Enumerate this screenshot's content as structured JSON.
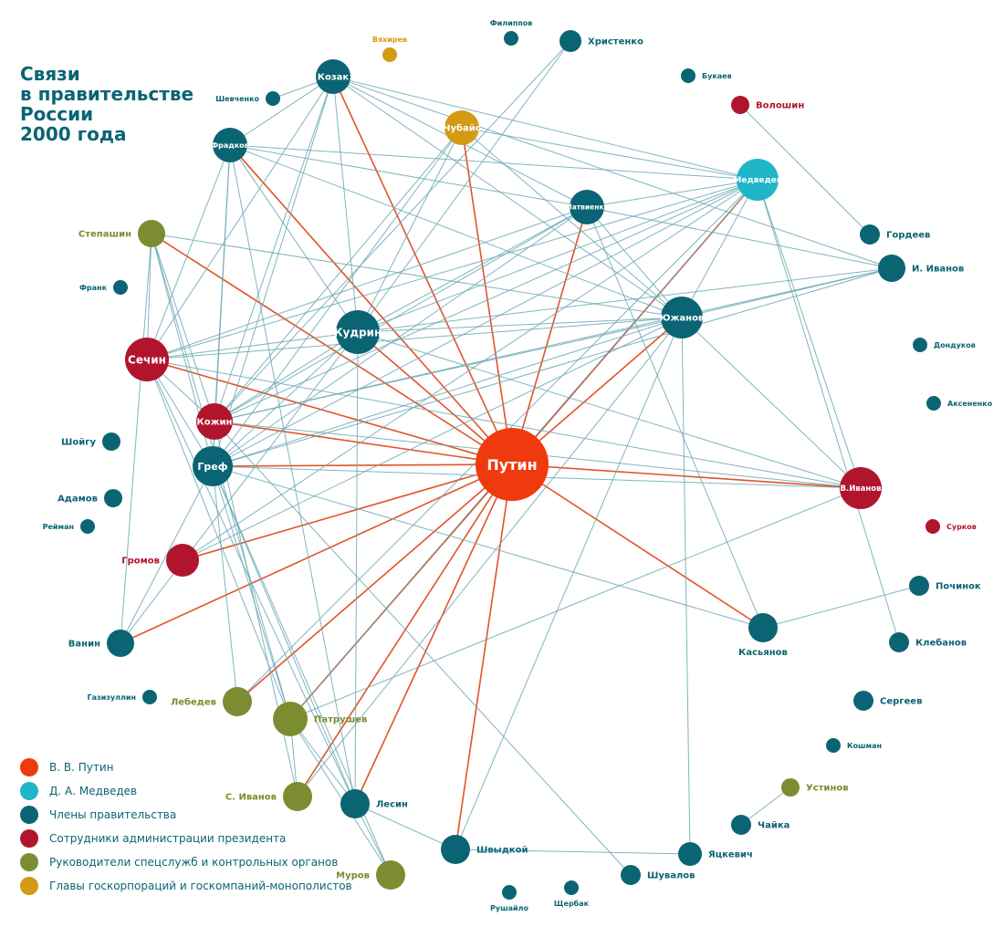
{
  "title": {
    "lines": [
      "Связи",
      "в правительстве",
      "России",
      "2000 года"
    ]
  },
  "colors": {
    "putin": "#ef3a0d",
    "medvedev": "#1fb6c8",
    "government": "#0b6473",
    "administration": "#b0152d",
    "security": "#7c8c30",
    "corporations": "#d49a14",
    "edge": "#6aa8b4",
    "edge_putin": "#e04a1c"
  },
  "legend": [
    {
      "group": "putin",
      "label": "В. В. Путин"
    },
    {
      "group": "medvedev",
      "label": "Д. А. Медведев"
    },
    {
      "group": "government",
      "label": "Члены правительства"
    },
    {
      "group": "administration",
      "label": "Сотрудники администрации президента"
    },
    {
      "group": "security",
      "label": "Руководители спецслужб и контрольных органов"
    },
    {
      "group": "corporations",
      "label": "Главы госкорпораций и госкомпаний-монополистов"
    }
  ],
  "nodes": [
    {
      "id": "putin",
      "label": "Путин",
      "group": "putin"
    },
    {
      "id": "medvedev",
      "label": "Медведев",
      "group": "medvedev"
    },
    {
      "id": "kozak",
      "label": "Козак",
      "group": "government"
    },
    {
      "id": "fradkov",
      "label": "Фрадков",
      "group": "government"
    },
    {
      "id": "kudrin",
      "label": "Кудрин",
      "group": "government"
    },
    {
      "id": "gref",
      "label": "Греф",
      "group": "government"
    },
    {
      "id": "matvienko",
      "label": "Матвиенко",
      "group": "government"
    },
    {
      "id": "yuzhanov",
      "label": "Южанов",
      "group": "government"
    },
    {
      "id": "sechin",
      "label": "Сечин",
      "group": "administration"
    },
    {
      "id": "kozhin",
      "label": "Кожин",
      "group": "administration"
    },
    {
      "id": "vivanov",
      "label": "В.Иванов",
      "group": "administration"
    },
    {
      "id": "chubais",
      "label": "Чубайс",
      "group": "corporations"
    },
    {
      "id": "vyakhirev",
      "label": "Вяхирев",
      "group": "corporations"
    },
    {
      "id": "filippov",
      "label": "Филиппов",
      "group": "government"
    },
    {
      "id": "khristenko",
      "label": "Христенко",
      "group": "government"
    },
    {
      "id": "bukaev",
      "label": "Букаев",
      "group": "government"
    },
    {
      "id": "voloshin",
      "label": "Волошин",
      "group": "administration"
    },
    {
      "id": "shevchenko",
      "label": "Шевченко",
      "group": "government"
    },
    {
      "id": "stepashin",
      "label": "Степашин",
      "group": "security"
    },
    {
      "id": "frank",
      "label": "Франк",
      "group": "government"
    },
    {
      "id": "gordeev",
      "label": "Гордеев",
      "group": "government"
    },
    {
      "id": "iivanov",
      "label": "И. Иванов",
      "group": "government"
    },
    {
      "id": "dondukov",
      "label": "Дондуков",
      "group": "government"
    },
    {
      "id": "aksenenko",
      "label": "Аксененко",
      "group": "government"
    },
    {
      "id": "shoigu",
      "label": "Шойгу",
      "group": "government"
    },
    {
      "id": "adamov",
      "label": "Адамов",
      "group": "government"
    },
    {
      "id": "reiman",
      "label": "Рейман",
      "group": "government"
    },
    {
      "id": "surkov",
      "label": "Сурков",
      "group": "administration"
    },
    {
      "id": "gromov",
      "label": "Громов",
      "group": "administration"
    },
    {
      "id": "pochinok",
      "label": "Починок",
      "group": "government"
    },
    {
      "id": "vanin",
      "label": "Ванин",
      "group": "government"
    },
    {
      "id": "kasyanov",
      "label": "Касьянов",
      "group": "government"
    },
    {
      "id": "klebanov",
      "label": "Клебанов",
      "group": "government"
    },
    {
      "id": "gazizullin",
      "label": "Газизуллин",
      "group": "government"
    },
    {
      "id": "lebedev",
      "label": "Лебедев",
      "group": "security"
    },
    {
      "id": "patrushev",
      "label": "Патрушев",
      "group": "security"
    },
    {
      "id": "sergeev",
      "label": "Сергеев",
      "group": "government"
    },
    {
      "id": "koshman",
      "label": "Кошман",
      "group": "government"
    },
    {
      "id": "sivanov",
      "label": "С. Иванов",
      "group": "security"
    },
    {
      "id": "lesin",
      "label": "Лесин",
      "group": "government"
    },
    {
      "id": "ustinov",
      "label": "Устинов",
      "group": "security"
    },
    {
      "id": "chaika",
      "label": "Чайка",
      "group": "government"
    },
    {
      "id": "shvydkoi",
      "label": "Швыдкой",
      "group": "government"
    },
    {
      "id": "yatskevich",
      "label": "Яцкевич",
      "group": "government"
    },
    {
      "id": "murov",
      "label": "Муров",
      "group": "security"
    },
    {
      "id": "shuvalov",
      "label": "Шувалов",
      "group": "government"
    },
    {
      "id": "rushailo",
      "label": "Рушайло",
      "group": "government"
    },
    {
      "id": "shcherbak",
      "label": "Щербак",
      "group": "government"
    }
  ],
  "edges": [
    [
      "putin",
      "kozak"
    ],
    [
      "putin",
      "fradkov"
    ],
    [
      "putin",
      "chubais"
    ],
    [
      "putin",
      "matvienko"
    ],
    [
      "putin",
      "medvedev"
    ],
    [
      "putin",
      "yuzhanov"
    ],
    [
      "putin",
      "kudrin"
    ],
    [
      "putin",
      "stepashin"
    ],
    [
      "putin",
      "sechin"
    ],
    [
      "putin",
      "kozhin"
    ],
    [
      "putin",
      "gref"
    ],
    [
      "putin",
      "vivanov"
    ],
    [
      "putin",
      "gromov"
    ],
    [
      "putin",
      "lebedev"
    ],
    [
      "putin",
      "patrushev"
    ],
    [
      "putin",
      "sivanov"
    ],
    [
      "putin",
      "lesin"
    ],
    [
      "putin",
      "shvydkoi"
    ],
    [
      "putin",
      "kasyanov"
    ],
    [
      "putin",
      "vanin"
    ],
    [
      "kozak",
      "fradkov"
    ],
    [
      "kozak",
      "kudrin"
    ],
    [
      "kozak",
      "yuzhanov"
    ],
    [
      "kozak",
      "kozhin"
    ],
    [
      "kozak",
      "gref"
    ],
    [
      "kozak",
      "sechin"
    ],
    [
      "kozak",
      "medvedev"
    ],
    [
      "kozak",
      "shevchenko"
    ],
    [
      "kozak",
      "matvienko"
    ],
    [
      "kozak",
      "iivanov"
    ],
    [
      "fradkov",
      "medvedev"
    ],
    [
      "fradkov",
      "kudrin"
    ],
    [
      "fradkov",
      "kozhin"
    ],
    [
      "fradkov",
      "gref"
    ],
    [
      "fradkov",
      "sechin"
    ],
    [
      "fradkov",
      "yuzhanov"
    ],
    [
      "fradkov",
      "matvienko"
    ],
    [
      "chubais",
      "kozhin"
    ],
    [
      "chubais",
      "gref"
    ],
    [
      "chubais",
      "medvedev"
    ],
    [
      "chubais",
      "yuzhanov"
    ],
    [
      "chubais",
      "kudrin"
    ],
    [
      "khristenko",
      "kudrin"
    ],
    [
      "khristenko",
      "kozhin"
    ],
    [
      "medvedev",
      "kudrin"
    ],
    [
      "medvedev",
      "kozhin"
    ],
    [
      "medvedev",
      "gref"
    ],
    [
      "medvedev",
      "yuzhanov"
    ],
    [
      "medvedev",
      "matvienko"
    ],
    [
      "medvedev",
      "vivanov"
    ],
    [
      "medvedev",
      "patrushev"
    ],
    [
      "medvedev",
      "sechin"
    ],
    [
      "medvedev",
      "lebedev"
    ],
    [
      "voloshin",
      "gordeev"
    ],
    [
      "matvienko",
      "kudrin"
    ],
    [
      "matvienko",
      "gref"
    ],
    [
      "matvienko",
      "yuzhanov"
    ],
    [
      "matvienko",
      "iivanov"
    ],
    [
      "matvienko",
      "kozhin"
    ],
    [
      "matvienko",
      "sechin"
    ],
    [
      "matvienko",
      "kasyanov"
    ],
    [
      "yuzhanov",
      "kudrin"
    ],
    [
      "yuzhanov",
      "gref"
    ],
    [
      "yuzhanov",
      "kozhin"
    ],
    [
      "yuzhanov",
      "sechin"
    ],
    [
      "yuzhanov",
      "yatskevich"
    ],
    [
      "yuzhanov",
      "sivanov"
    ],
    [
      "yuzhanov",
      "stepashin"
    ],
    [
      "iivanov",
      "kudrin"
    ],
    [
      "iivanov",
      "gref"
    ],
    [
      "iivanov",
      "yuzhanov"
    ],
    [
      "iivanov",
      "kozhin"
    ],
    [
      "kudrin",
      "gref"
    ],
    [
      "kudrin",
      "kozhin"
    ],
    [
      "kudrin",
      "sechin"
    ],
    [
      "kudrin",
      "lesin"
    ],
    [
      "kudrin",
      "vivanov"
    ],
    [
      "kudrin",
      "vanin"
    ],
    [
      "stepashin",
      "sechin"
    ],
    [
      "stepashin",
      "kozhin"
    ],
    [
      "stepashin",
      "gref"
    ],
    [
      "stepashin",
      "patrushev"
    ],
    [
      "sechin",
      "kozhin"
    ],
    [
      "sechin",
      "gref"
    ],
    [
      "sechin",
      "patrushev"
    ],
    [
      "sechin",
      "lesin"
    ],
    [
      "kozhin",
      "gref"
    ],
    [
      "kozhin",
      "vivanov"
    ],
    [
      "kozhin",
      "sivanov"
    ],
    [
      "gref",
      "vivanov"
    ],
    [
      "gref",
      "kasyanov"
    ],
    [
      "gref",
      "patrushev"
    ],
    [
      "gref",
      "lesin"
    ],
    [
      "gref",
      "murov"
    ],
    [
      "gref",
      "vanin"
    ],
    [
      "gref",
      "lebedev"
    ],
    [
      "gromov",
      "yuzhanov"
    ],
    [
      "gromov",
      "medvedev"
    ],
    [
      "vivanov",
      "patrushev"
    ],
    [
      "vivanov",
      "sechin"
    ],
    [
      "vivanov",
      "yuzhanov"
    ],
    [
      "pochinok",
      "kasyanov"
    ],
    [
      "patrushev",
      "sivanov"
    ],
    [
      "patrushev",
      "murov"
    ],
    [
      "patrushev",
      "lesin"
    ],
    [
      "lesin",
      "shvydkoi"
    ],
    [
      "lesin",
      "murov"
    ],
    [
      "lesin",
      "fradkov"
    ],
    [
      "shvydkoi",
      "yatskevich"
    ],
    [
      "shvydkoi",
      "yuzhanov"
    ],
    [
      "shuvalov",
      "kozhin"
    ],
    [
      "klebanov",
      "medvedev"
    ],
    [
      "ustinov",
      "chaika"
    ],
    [
      "vanin",
      "stepashin"
    ]
  ]
}
